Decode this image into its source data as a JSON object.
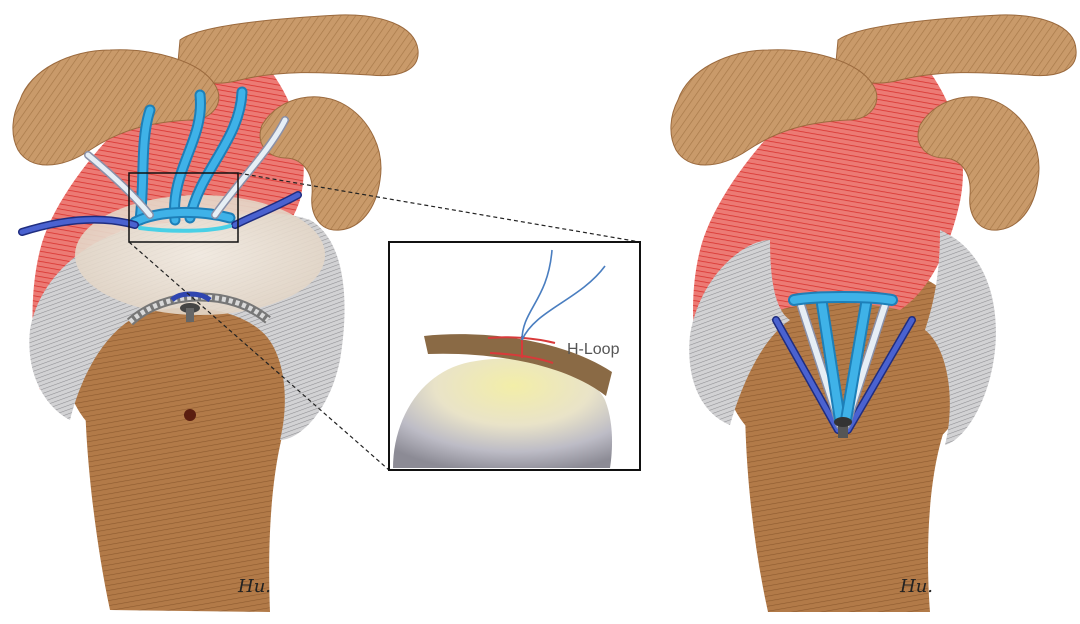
{
  "figure": {
    "inset_label": "H-Loop",
    "signature_left": "Hu.",
    "signature_right": "Hu."
  },
  "colors": {
    "bone": "#c99a6a",
    "bone_dark": "#8f5f33",
    "muscle": "#e24a47",
    "tendon": "#b7b7b7",
    "shaft": "#b27a48",
    "suture_light_blue": "#3fb2e8",
    "suture_dark_blue": "#2f45b0",
    "suture_white": "#e6eef5",
    "graft_brown": "#8a6a45",
    "hloop_red": "#d83a3a",
    "head_yellow": "#f1ecaa",
    "head_gray": "#c9c9cd"
  }
}
